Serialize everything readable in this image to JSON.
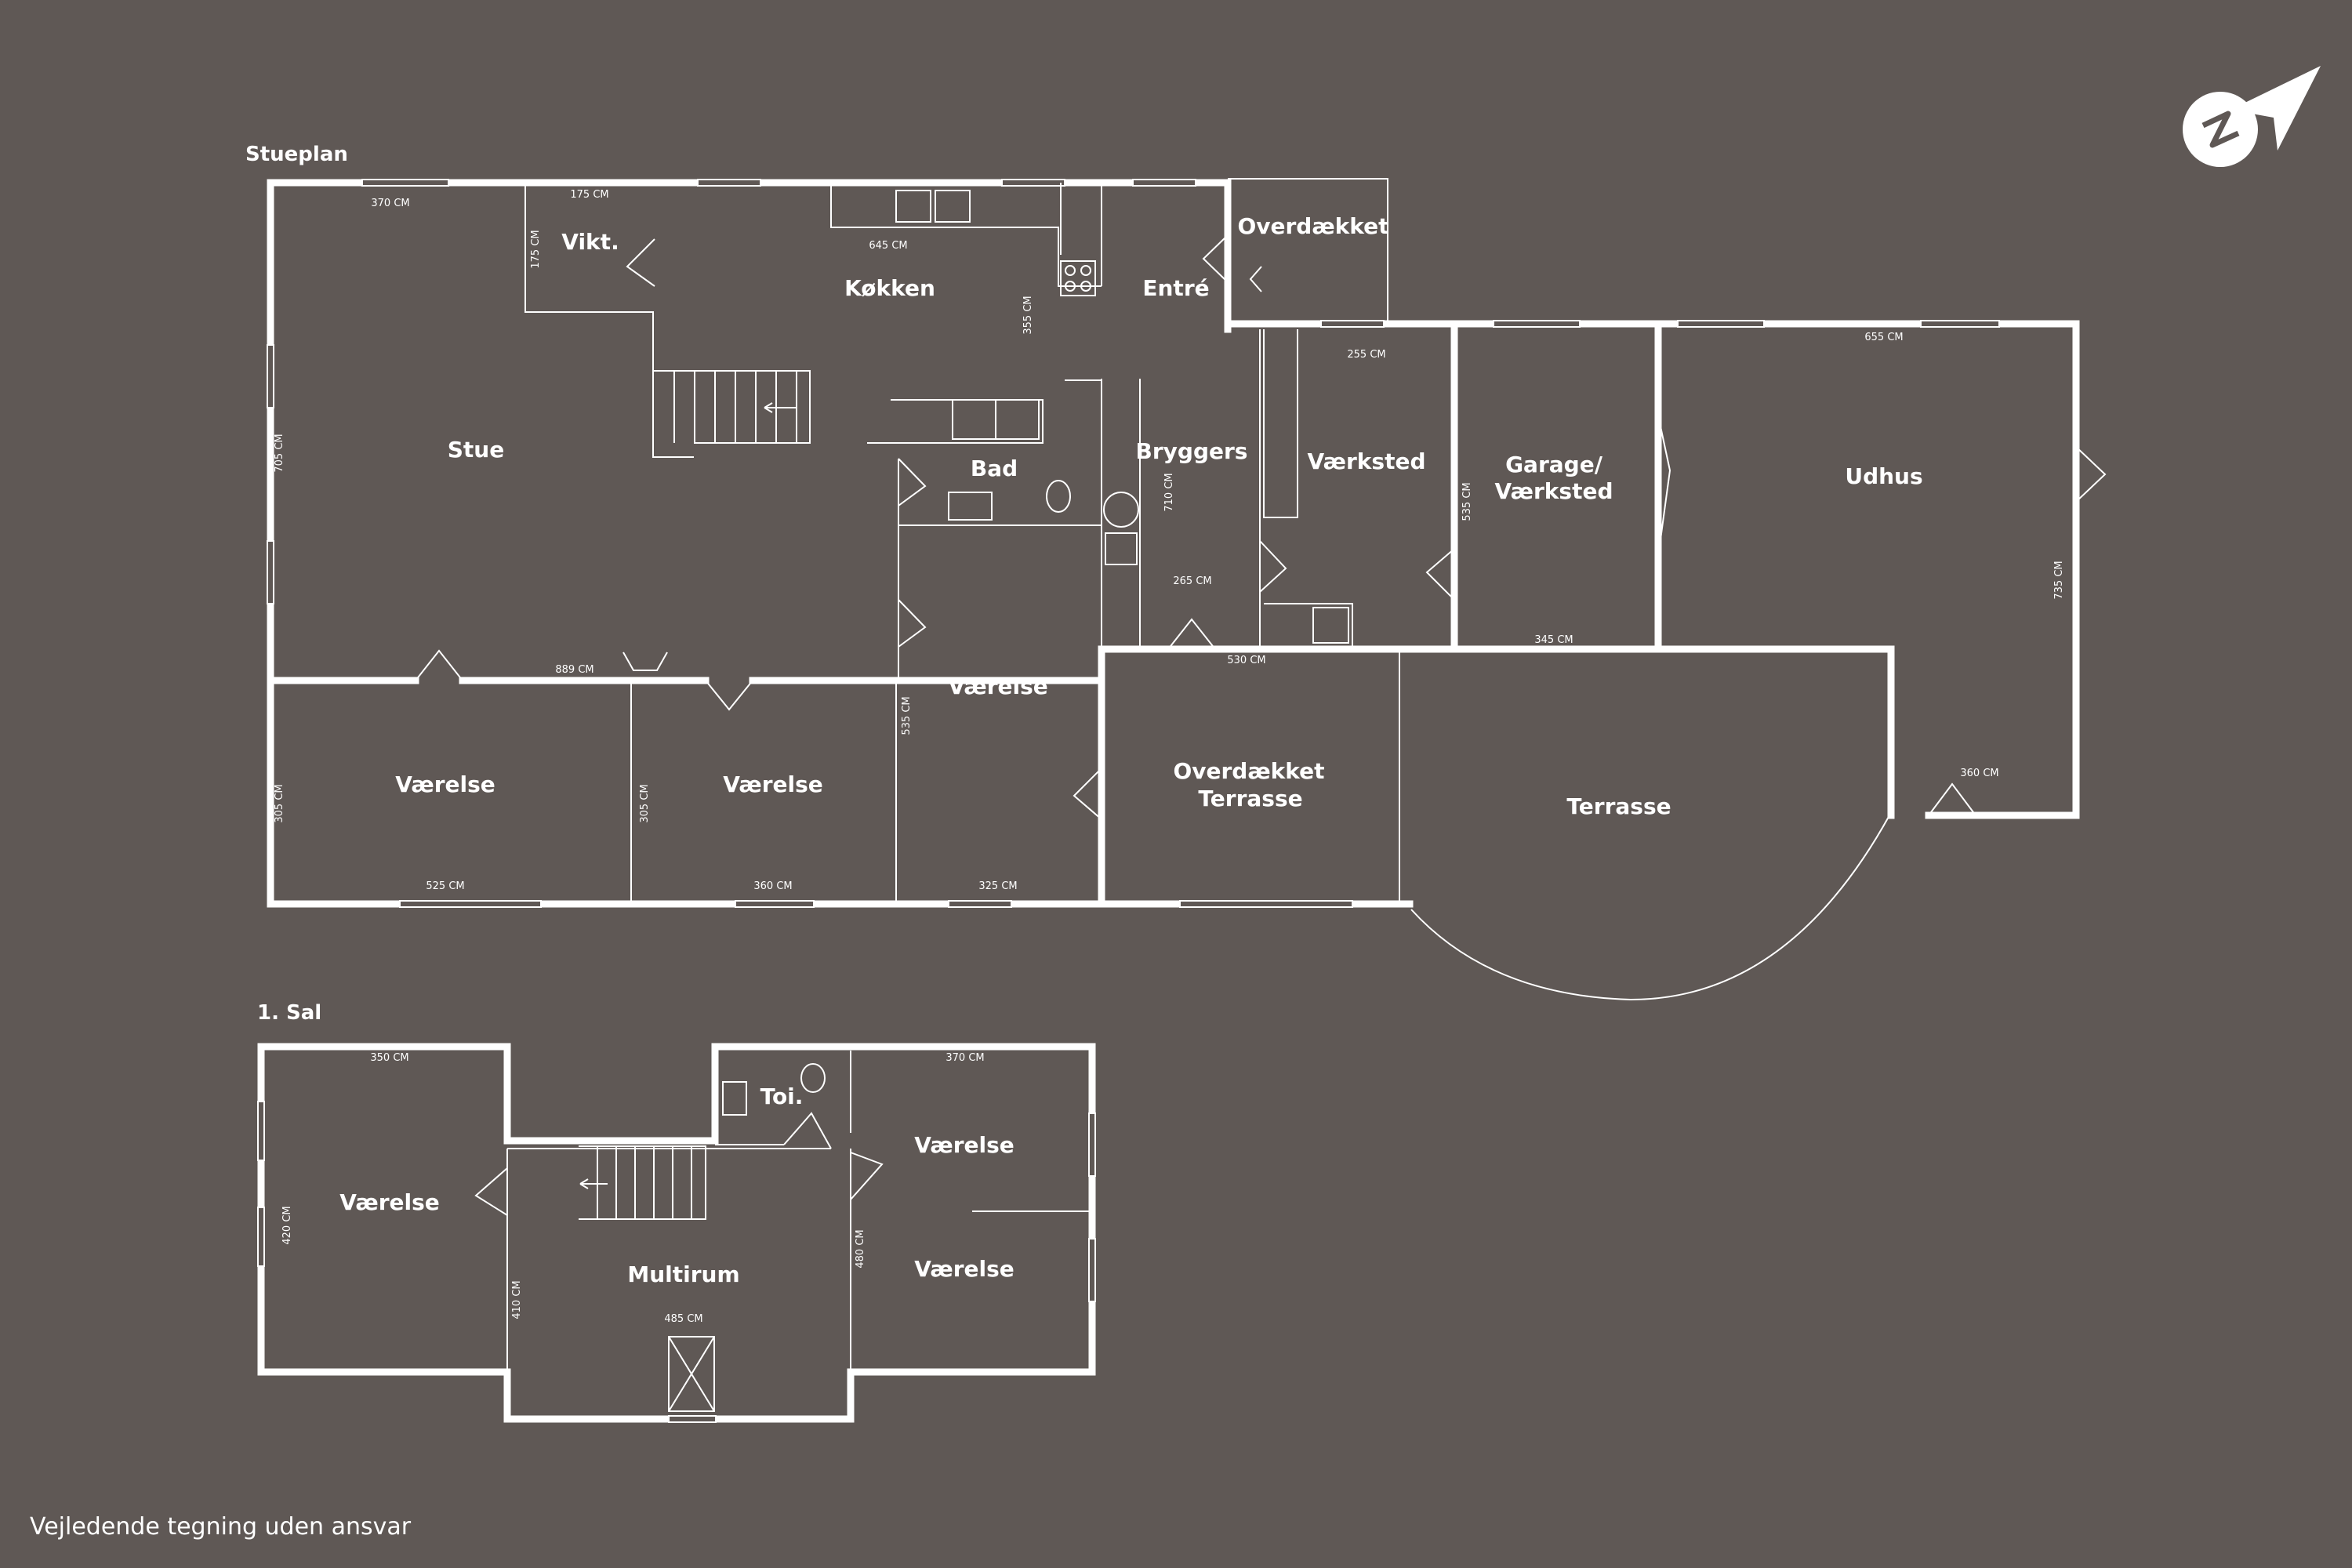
{
  "floors": {
    "ground": {
      "title": "Stueplan",
      "rooms": {
        "vikt": "Vikt.",
        "koekken": "Køkken",
        "entre": "Entré",
        "overdaekket": "Overdækket",
        "stue": "Stue",
        "bad": "Bad",
        "bryggers": "Bryggers",
        "vaerksted": "Værksted",
        "garage_line1": "Garage/",
        "garage_line2": "Værksted",
        "udhus": "Udhus",
        "vaerelse_left": "Værelse",
        "vaerelse_mid": "Værelse",
        "vaerelse_right": "Værelse",
        "overdaekket_terrasse_line1": "Overdækket",
        "overdaekket_terrasse_line2": "Terrasse",
        "terrasse": "Terrasse"
      },
      "dimensions": {
        "d370": "370 CM",
        "d175a": "175 CM",
        "d175b": "175 CM",
        "d645": "645 CM",
        "d355": "355 CM",
        "d705": "705 CM",
        "d889": "889 CM",
        "d305a": "305 CM",
        "d305b": "305 CM",
        "d525": "525 CM",
        "d360": "360 CM",
        "d325": "325 CM",
        "d535a": "535 CM",
        "d710": "710 CM",
        "d265": "265 CM",
        "d530": "530 CM",
        "d255": "255 CM",
        "d535b": "535 CM",
        "d345": "345 CM",
        "d655": "655 CM",
        "d735": "735 CM",
        "d360b": "360 CM"
      }
    },
    "first": {
      "title": "1. Sal",
      "rooms": {
        "vaerelse_left": "Værelse",
        "toi": "Toi.",
        "vaerelse_top": "Værelse",
        "vaerelse_bottom": "Værelse",
        "multirum": "Multirum"
      },
      "dimensions": {
        "d350": "350 CM",
        "d370": "370 CM",
        "d420": "420 CM",
        "d410": "410 CM",
        "d485": "485 CM",
        "d480": "480 CM"
      }
    }
  },
  "footer": "Vejledende tegning uden ansvar",
  "compass": {
    "icon": "compass-north-icon",
    "letter": "N"
  },
  "colors": {
    "background": "#5f5855",
    "lines": "#ffffff"
  }
}
